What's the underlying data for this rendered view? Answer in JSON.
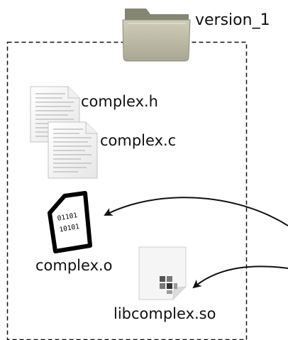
{
  "folder": {
    "label": "version_1",
    "icon": "folder-icon"
  },
  "files": [
    {
      "id": "header",
      "label": "complex.h",
      "icon": "text-document-icon"
    },
    {
      "id": "source",
      "label": "complex.c",
      "icon": "text-document-icon"
    },
    {
      "id": "object",
      "label": "complex.o",
      "icon": "binary-file-icon",
      "icon_text": [
        "01101",
        "10101"
      ]
    },
    {
      "id": "library",
      "label": "libcomplex.so",
      "icon": "shared-library-icon"
    }
  ],
  "arrows": [
    {
      "target": "complex.o",
      "style": "solid curved arrow"
    },
    {
      "target": "libcomplex.so",
      "style": "solid curved arrow"
    }
  ],
  "colors": {
    "folder_body": "#bdbba6",
    "folder_tab": "#8a8a78",
    "line": "#111111",
    "doc_lines": "#c8c8c8"
  }
}
